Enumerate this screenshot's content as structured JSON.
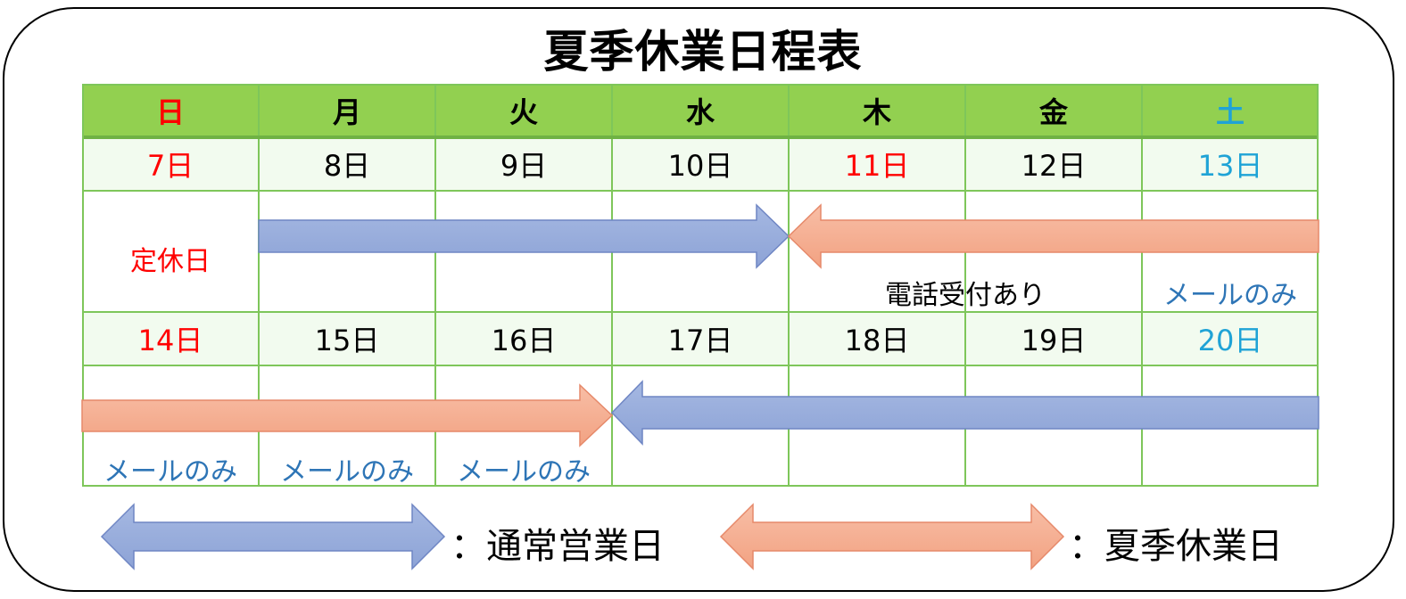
{
  "title": "夏季休業日程表",
  "weekdays": [
    "日",
    "月",
    "火",
    "水",
    "木",
    "金",
    "土"
  ],
  "week1": {
    "dates": [
      "7日",
      "8日",
      "9日",
      "10日",
      "11日",
      "12日",
      "13日"
    ],
    "notes": {
      "sunday": "定休日",
      "phone": "電話受付あり",
      "mail": "メールのみ"
    }
  },
  "week2": {
    "dates": [
      "14日",
      "15日",
      "16日",
      "17日",
      "18日",
      "19日",
      "20日"
    ],
    "notes": {
      "mail_sun": "メールのみ",
      "mail_mon": "メールのみ",
      "mail_tue": "メールのみ"
    }
  },
  "legend": {
    "normal": "：通常営業日",
    "holiday": "：夏季休業日"
  },
  "colors": {
    "header_green": "#92d050",
    "grid_green": "#7ec65a",
    "date_row_bg": "#f2fbef",
    "sunday_red": "#ff0000",
    "saturday_blue": "#1fa3d6",
    "mail_blue": "#2e75b6",
    "normal_arrow": "#8fa8d8",
    "holiday_arrow": "#f4a98a"
  }
}
